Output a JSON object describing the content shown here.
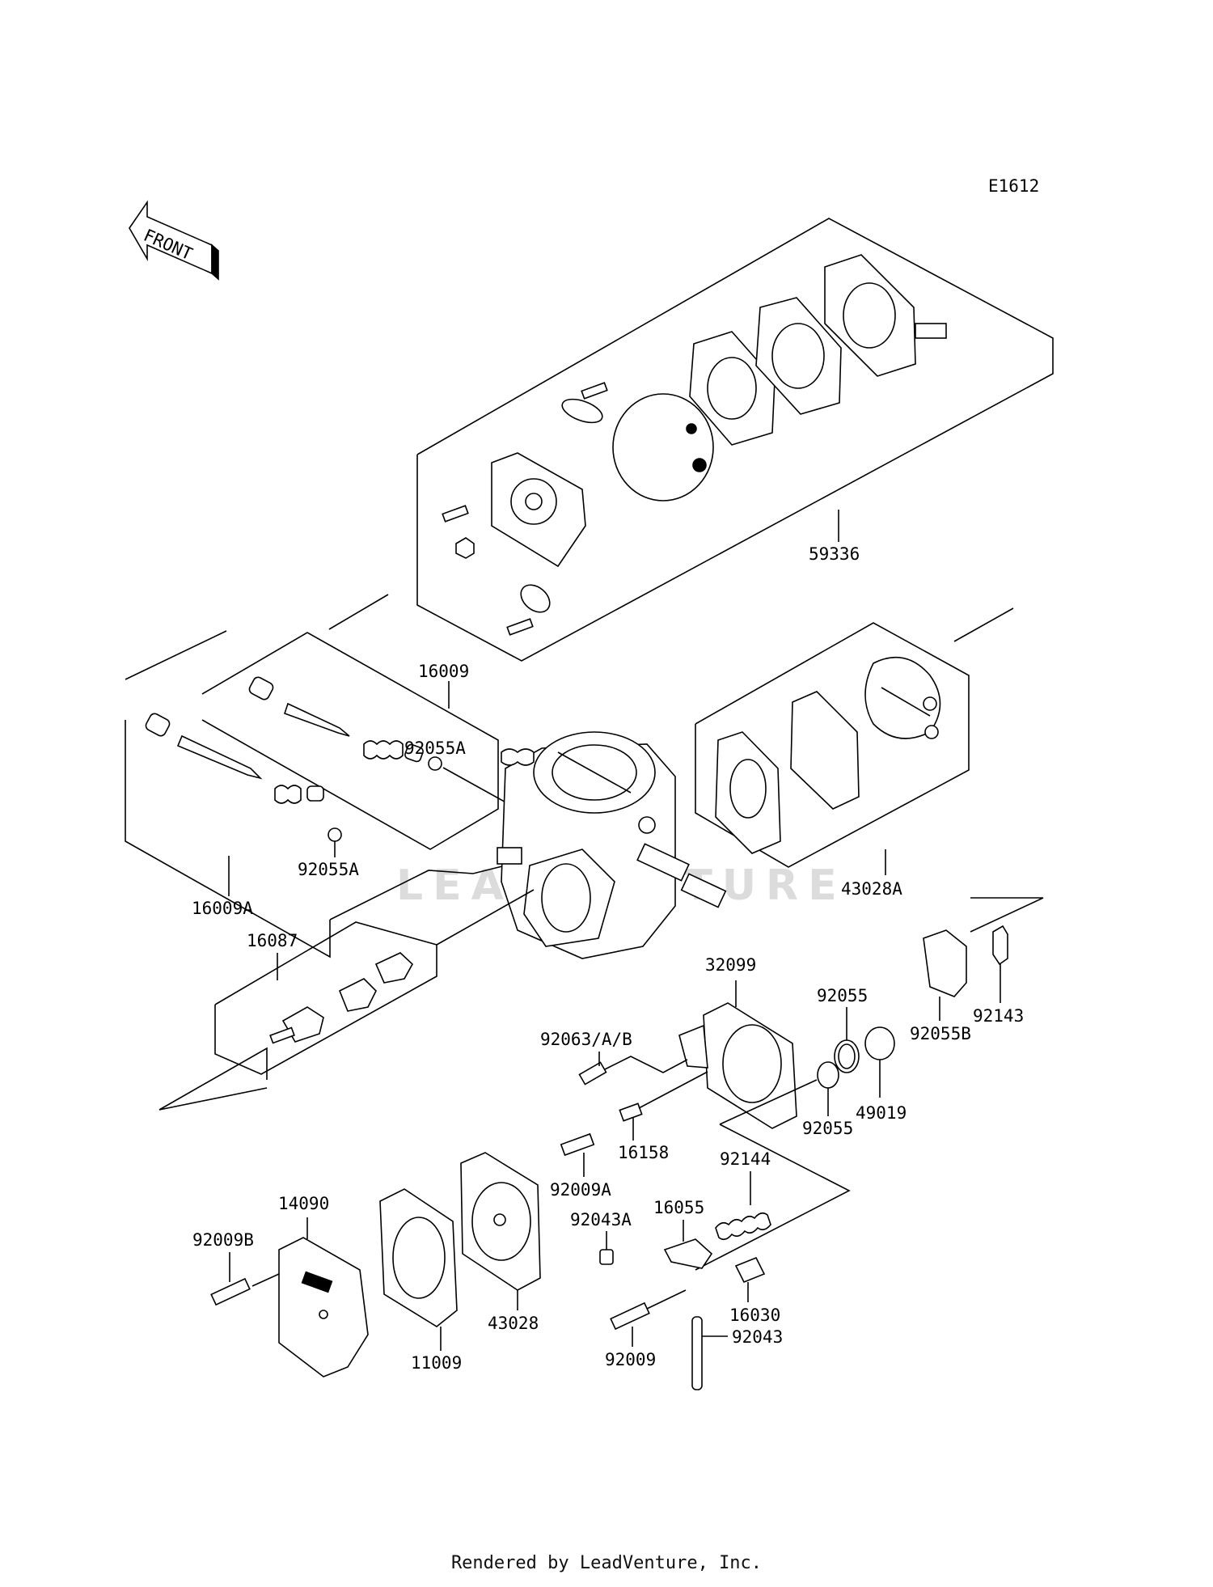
{
  "diagram_code": "E1612",
  "front_label": "FRONT",
  "watermark": "LEADVENTURE",
  "footer": "Rendered by LeadVenture, Inc.",
  "parts": {
    "p59336": "59336",
    "p16009": "16009",
    "p92055A_top": "92055A",
    "p92055A_bottom": "92055A",
    "p16009A": "16009A",
    "p16087": "16087",
    "p43028A": "43028A",
    "p32099": "32099",
    "p92055_top": "92055",
    "p92055_bottom": "92055",
    "p49019": "49019",
    "p92055B": "92055B",
    "p92143": "92143",
    "p92063": "92063/A/B",
    "p16158": "16158",
    "p92009A": "92009A",
    "p92144": "92144",
    "p16055": "16055",
    "p92043A": "92043A",
    "p16030": "16030",
    "p92009": "92009",
    "p92043": "92043",
    "p14090": "14090",
    "p92009B": "92009B",
    "p11009": "11009",
    "p43028": "43028"
  }
}
